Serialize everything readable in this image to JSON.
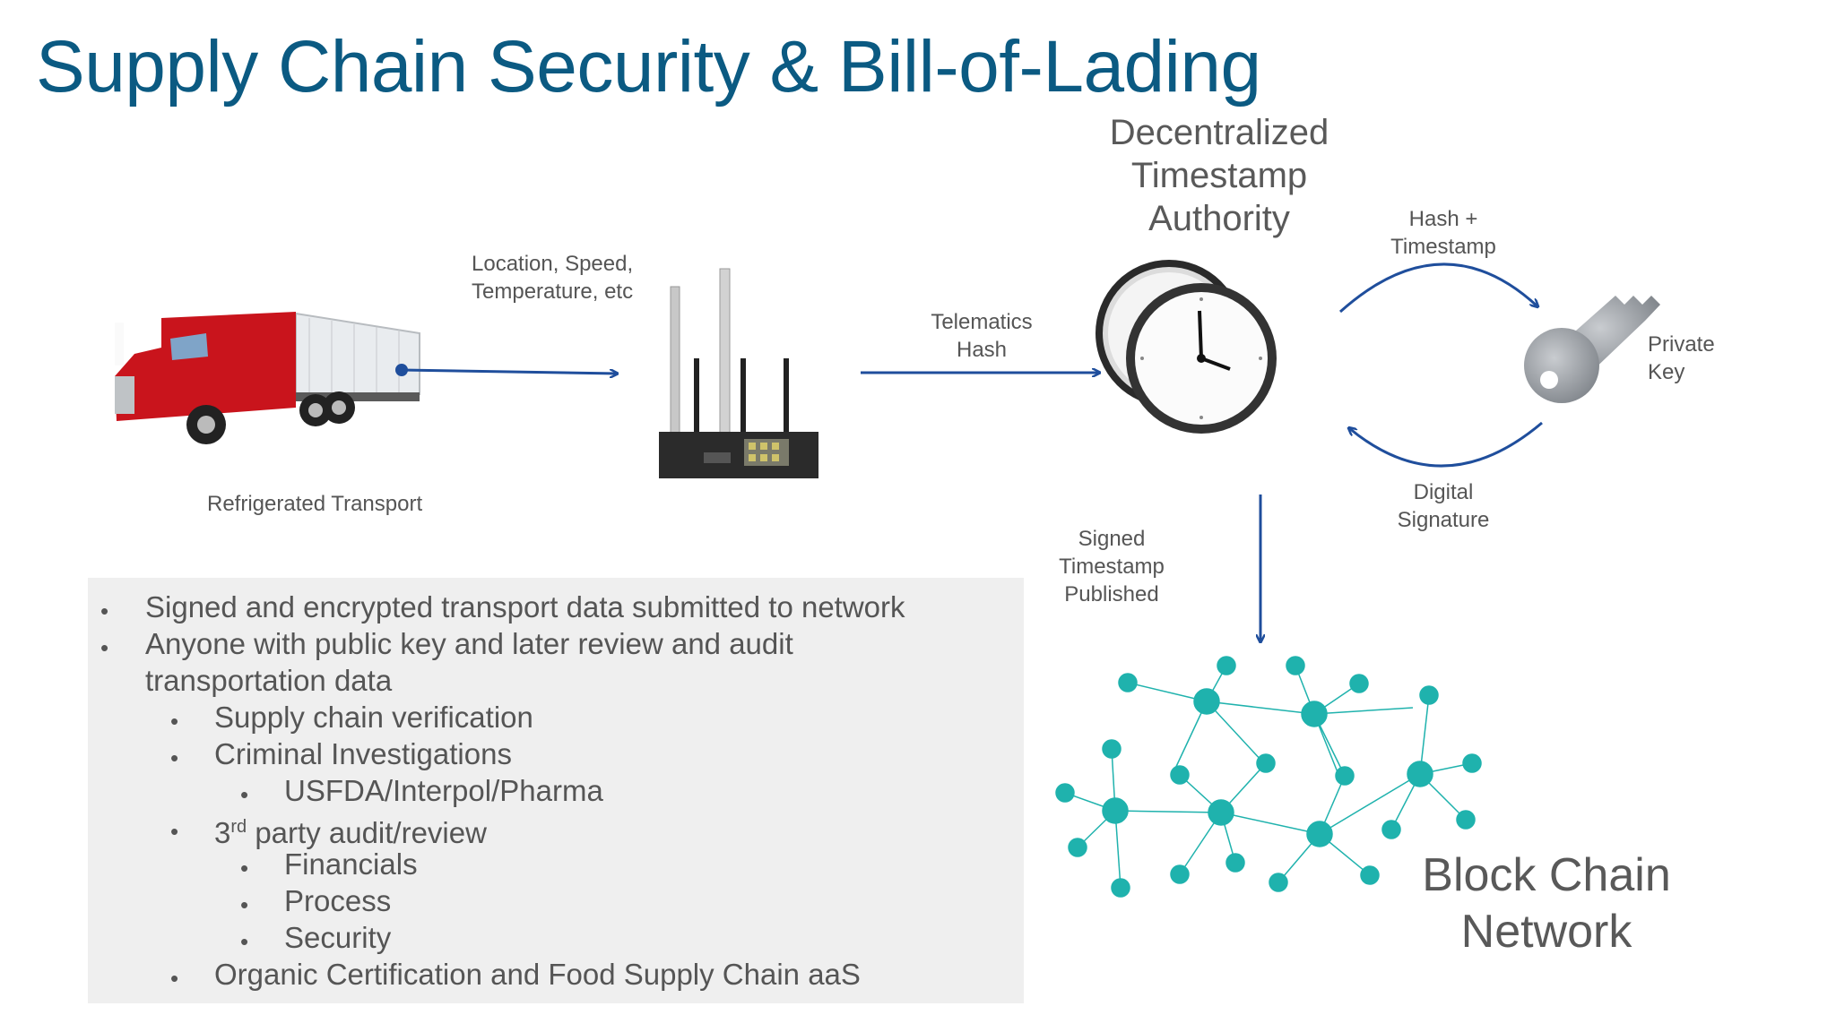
{
  "title": "Supply Chain Security & Bill-of-Lading",
  "labels": {
    "truck": "Refrigerated Transport",
    "sensor_data": [
      "Location, Speed,",
      "Temperature, etc"
    ],
    "telematics": [
      "Telematics",
      "Hash"
    ],
    "authority": [
      "Decentralized",
      "Timestamp",
      "Authority"
    ],
    "hash_timestamp": [
      "Hash +",
      "Timestamp"
    ],
    "private_key": [
      "Private",
      "Key"
    ],
    "digital_signature": [
      "Digital",
      "Signature"
    ],
    "signed_published": [
      "Signed",
      "Timestamp",
      "Published"
    ],
    "blockchain": [
      "Block Chain",
      "Network"
    ]
  },
  "bullets": [
    {
      "level": 1,
      "text": "Signed and encrypted transport data submitted to network"
    },
    {
      "level": 1,
      "text": "Anyone with public key and later review and audit"
    },
    {
      "level": 1,
      "text": "transportation data",
      "continuation": true
    },
    {
      "level": 2,
      "text": "Supply chain verification"
    },
    {
      "level": 2,
      "text": "Criminal Investigations"
    },
    {
      "level": 3,
      "text": "USFDA/Interpol/Pharma"
    },
    {
      "level": 2,
      "prefix": "3",
      "sup": "rd",
      "text": " party audit/review"
    },
    {
      "level": 3,
      "text": "Financials"
    },
    {
      "level": 3,
      "text": "Process"
    },
    {
      "level": 3,
      "text": "Security"
    },
    {
      "level": 2,
      "text": "Organic Certification and Food Supply Chain aaS"
    }
  ],
  "colors": {
    "title": "#0b5a82",
    "arrow": "#1f4e9c",
    "network": "#1fb2ad",
    "panel": "#efefef"
  }
}
